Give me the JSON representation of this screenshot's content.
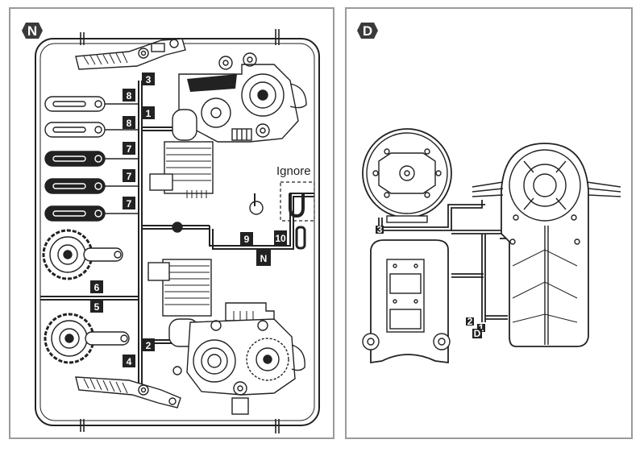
{
  "panels": [
    {
      "id": "N",
      "badge": "N"
    },
    {
      "id": "D",
      "badge": "D"
    }
  ],
  "sprue_n": {
    "part_numbers": [
      "3",
      "8",
      "8",
      "1",
      "7",
      "7",
      "7",
      "9",
      "10",
      "6",
      "5",
      "2",
      "4"
    ],
    "ignore_label": "Ignore",
    "sprue_tag": "N"
  },
  "sprue_d": {
    "part_numbers": [
      "3",
      "2",
      "1"
    ],
    "sprue_tag": "D"
  },
  "colors": {
    "line": "#222222",
    "badge_bg": "#3a3a3a",
    "border": "#9a9a9a"
  }
}
